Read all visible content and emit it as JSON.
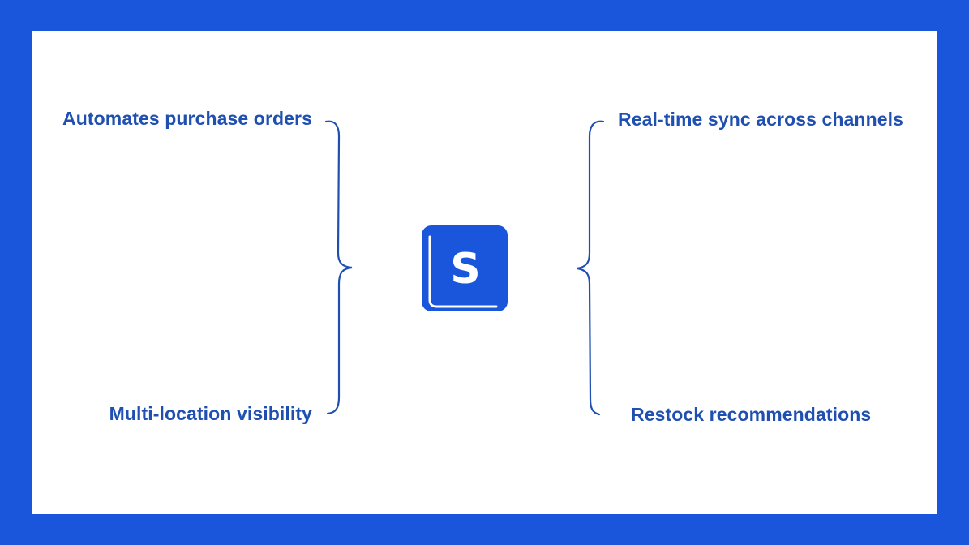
{
  "features": {
    "top_left": "Automates purchase orders",
    "bottom_left": "Multi-location visibility",
    "top_right": "Real-time sync across channels",
    "bottom_right": "Restock recommendations"
  },
  "logo": {
    "letter": "S",
    "icon": "s-logo-icon"
  },
  "colors": {
    "frame": "#1a56db",
    "panel": "#ffffff",
    "text": "#1f4fb0",
    "brace": "#1f4fb0",
    "logo_bg": "#1a56db",
    "logo_fg": "#ffffff"
  }
}
